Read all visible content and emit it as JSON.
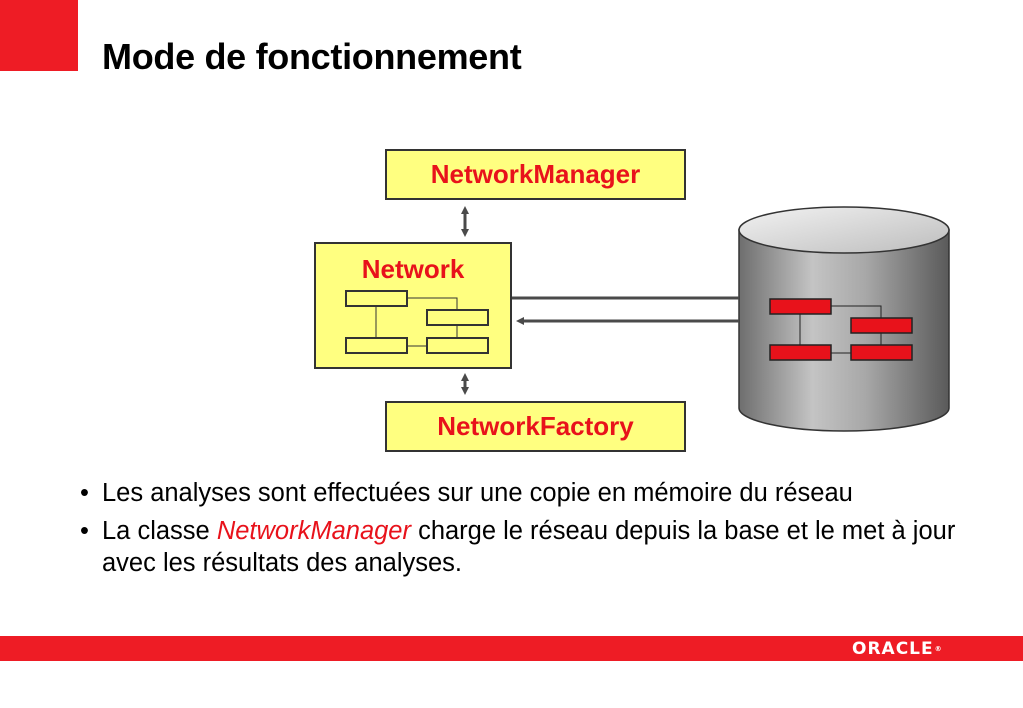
{
  "slide": {
    "title": "Mode de fonctionnement"
  },
  "diagram": {
    "network_manager_label": "NetworkManager",
    "network_label": "Network",
    "network_factory_label": "NetworkFactory"
  },
  "bullets": [
    {
      "text": "Les analyses sont effectuées sur une copie en mémoire du réseau"
    },
    {
      "before": "La classe ",
      "emphasis": "NetworkManager",
      "after": " charge le réseau depuis la base et le met à jour avec les résultats des analyses."
    }
  ],
  "footer": {
    "logo_text": "ORACLE",
    "logo_mark": "®"
  },
  "colors": {
    "accent_red": "#ee1c25",
    "box_fill": "#ffff80",
    "cylinder_gray": "#9a9a9a"
  }
}
